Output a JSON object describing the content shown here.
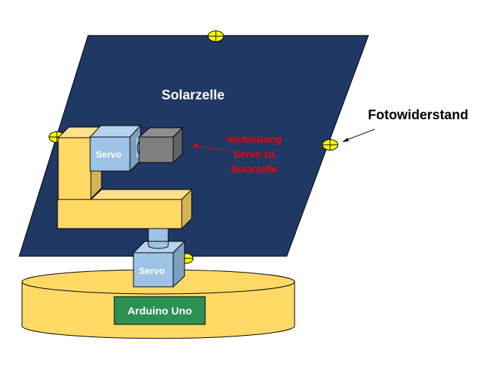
{
  "labels": {
    "solar_panel": "Solarzelle",
    "photoresistor": "Fotowiderstand",
    "connection_line1": "Verbindung",
    "connection_line2": "Servo zu",
    "connection_line3": "Solarzelle",
    "servo_top": "Servo",
    "servo_bottom": "Servo",
    "arduino": "Arduino Uno"
  },
  "colors": {
    "panel": "#203864",
    "bracket": "#ffd966",
    "bracket_top": "#ffe08a",
    "bracket_side": "#d4b356",
    "servo": "#9dc3e6",
    "servo_top": "#b4d3ef",
    "servo_side": "#7f9fbf",
    "gear": "#7f7f7f",
    "gear_top": "#8f8f8f",
    "gear_side": "#636363",
    "sensor": "#ffff00",
    "arduino": "#2b9052",
    "base": "#ffd966",
    "annotation_red": "#ff0000"
  }
}
